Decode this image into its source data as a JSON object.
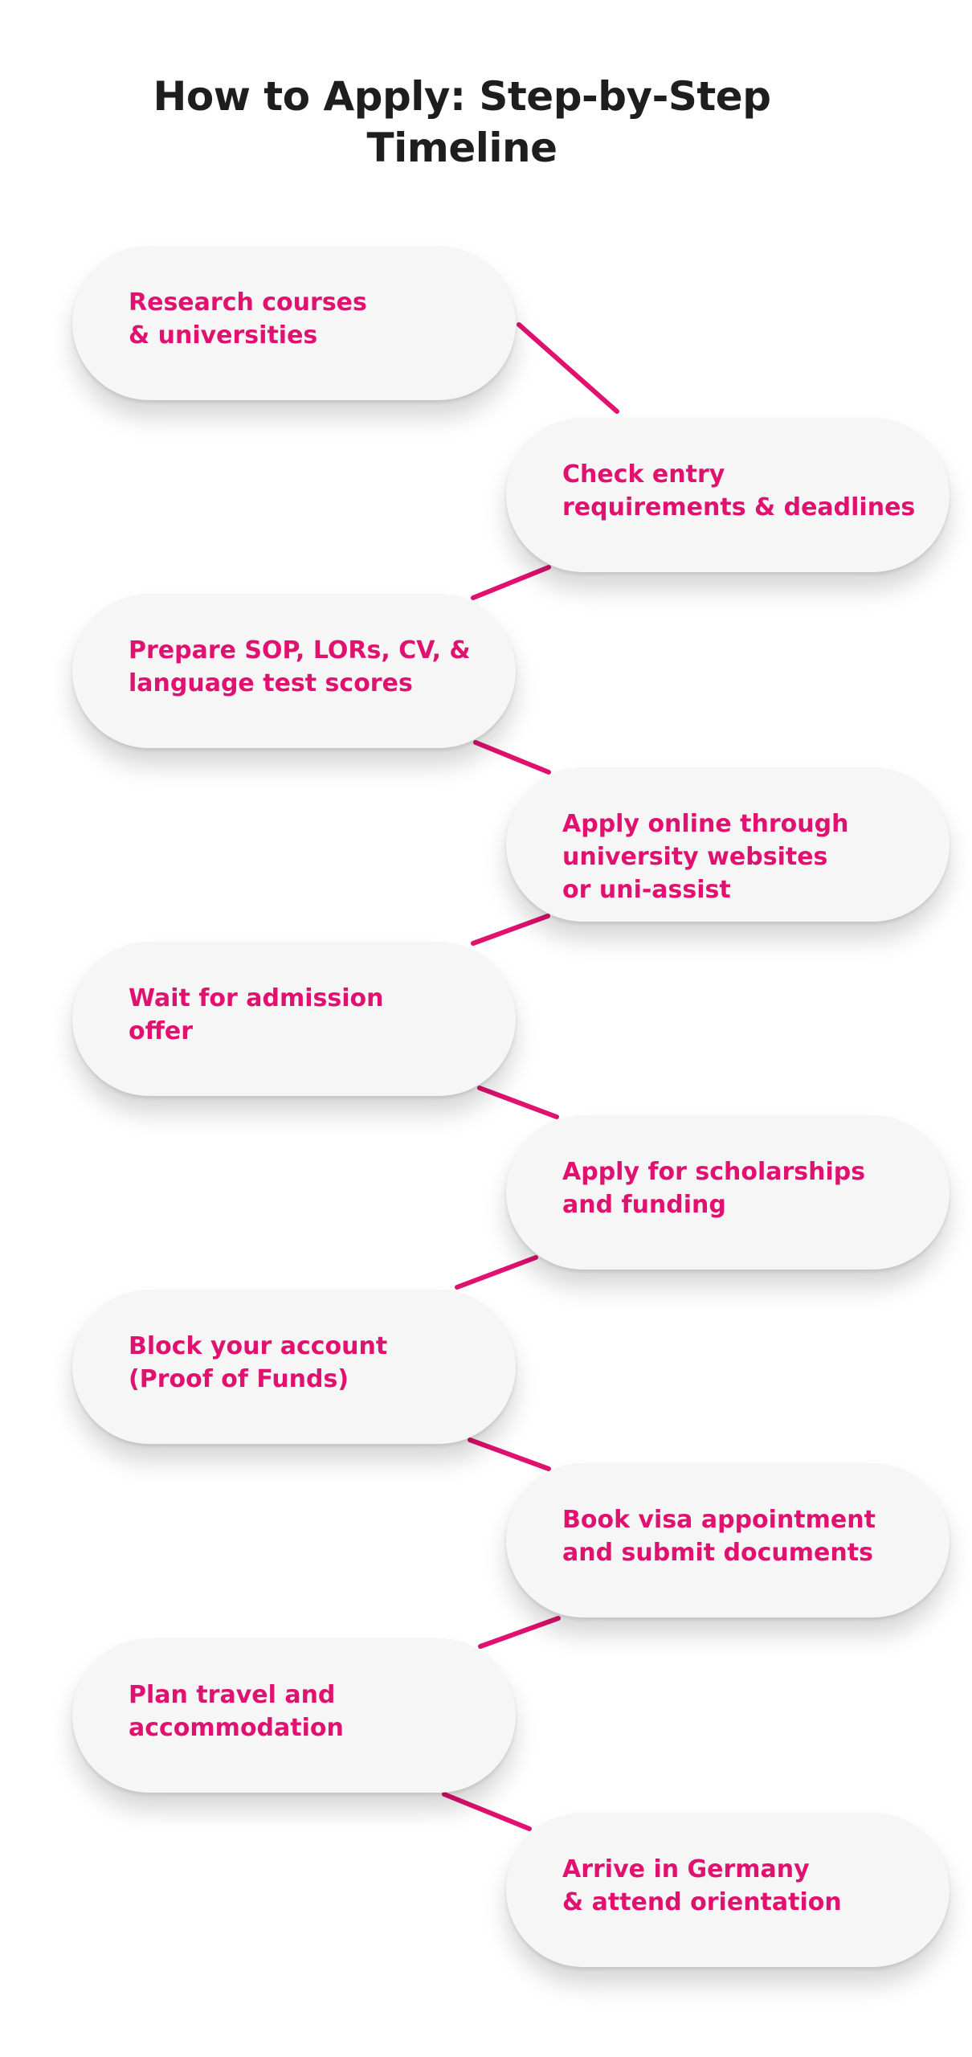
{
  "title": "How to Apply: Step-by-Step\nTimeline",
  "accent_color": "#e0116f",
  "steps": [
    {
      "label": "Research courses\n& universities"
    },
    {
      "label": "Check entry\nrequirements & deadlines"
    },
    {
      "label": "Prepare SOP, LORs, CV, &\nlanguage test scores"
    },
    {
      "label": "Apply online through\nuniversity websites\nor uni-assist"
    },
    {
      "label": "Wait for admission\noffer"
    },
    {
      "label": "Apply for scholarships\nand funding"
    },
    {
      "label": "Block your account\n(Proof of Funds)"
    },
    {
      "label": "Book visa appointment\nand submit documents"
    },
    {
      "label": "Plan travel and\naccommodation"
    },
    {
      "label": "Arrive in Germany\n& attend orientation"
    }
  ]
}
